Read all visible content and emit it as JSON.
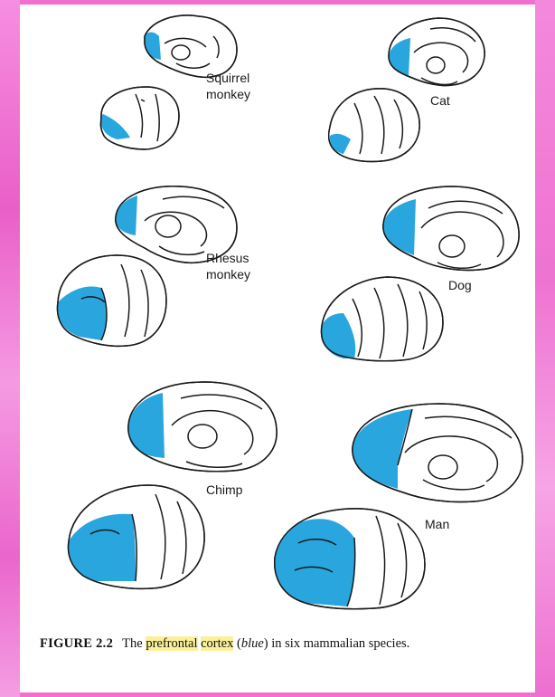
{
  "species": {
    "squirrel_monkey": "Squirrel\nmonkey",
    "cat": "Cat",
    "rhesus_monkey": "Rhesus\nmonkey",
    "dog": "Dog",
    "chimp": "Chimp",
    "man": "Man"
  },
  "caption": {
    "label": "FIGURE 2.2",
    "text_before": "The ",
    "hl1": "prefrontal",
    "space": " ",
    "hl2": "cortex",
    "text_mid": " (",
    "italic": "blue",
    "text_after": ") in six mammalian species."
  },
  "colors": {
    "prefrontal": "#2aa6de",
    "outline": "#1a1a1a",
    "highlight": "#fbf19a",
    "background": "#f06fcf"
  }
}
